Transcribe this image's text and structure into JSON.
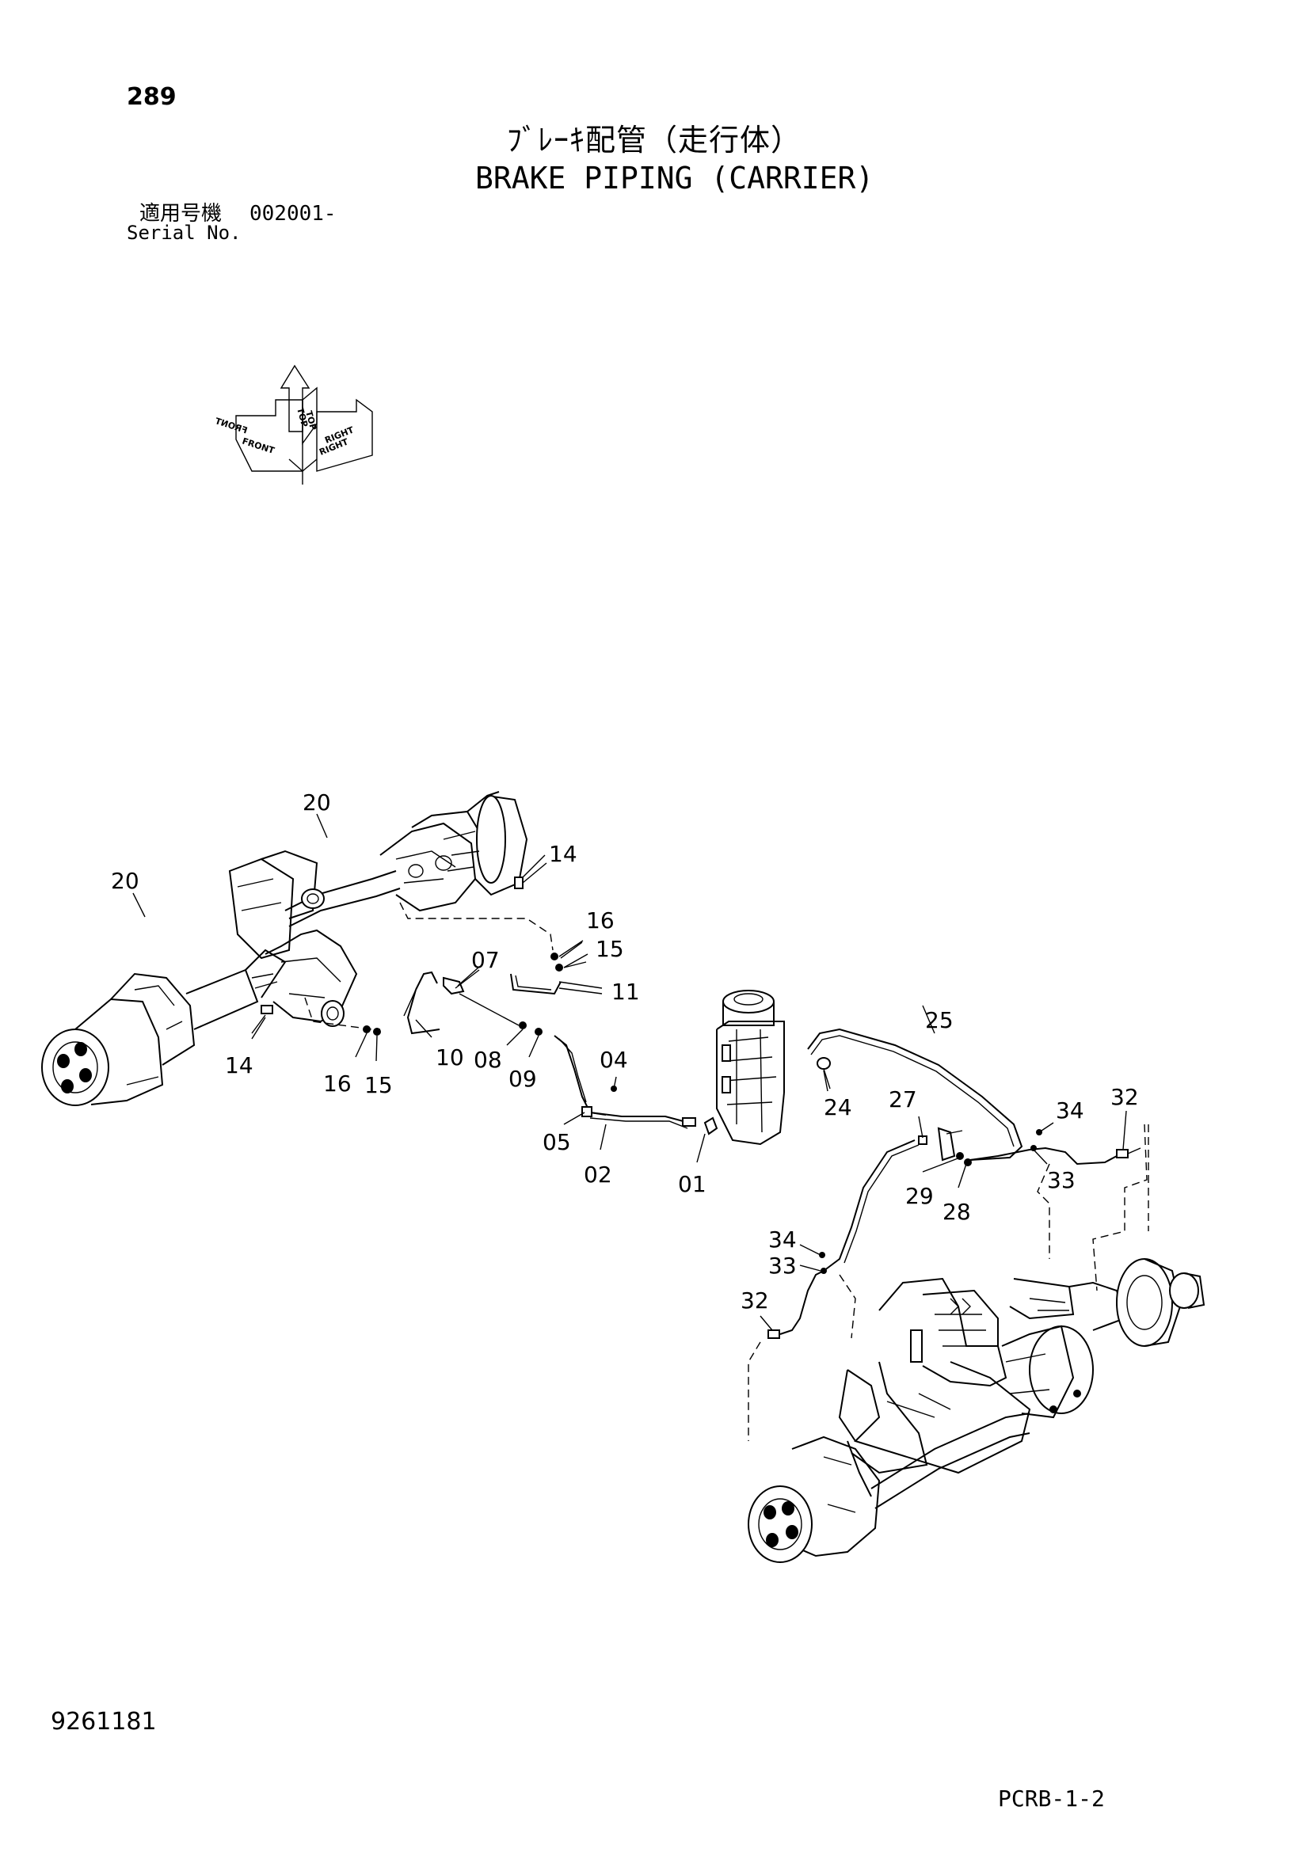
{
  "header": {
    "page_number": "289",
    "title_jp": "ﾌﾞﾚｰｷ配管（走行体）",
    "title_en": "BRAKE PIPING (CARRIER)",
    "serial_label_jp": "適用号機",
    "serial_value": "002001-",
    "serial_label_en": "Serial No."
  },
  "orientation": {
    "front": "FRONT",
    "top": "TOP",
    "right": "RIGHT",
    "front_mirror": "FRONT",
    "top_mirror": "TOP",
    "right_mirror": "RIGHT"
  },
  "callouts": {
    "c20a": "20",
    "c20b": "20",
    "c14a": "14",
    "c14b": "14",
    "c16a": "16",
    "c15a": "15",
    "c11": "11",
    "c07": "07",
    "c16b": "16",
    "c15b": "15",
    "c10": "10",
    "c08": "08",
    "c09": "09",
    "c04": "04",
    "c05": "05",
    "c02": "02",
    "c01": "01",
    "c25": "25",
    "c24": "24",
    "c27": "27",
    "c29": "29",
    "c28": "28",
    "c34a": "34",
    "c32a": "32",
    "c33a": "33",
    "c34b": "34",
    "c33b": "33",
    "c32b": "32"
  },
  "footer": {
    "doc_number": "9261181",
    "sheet_code": "PCRB-1-2"
  }
}
